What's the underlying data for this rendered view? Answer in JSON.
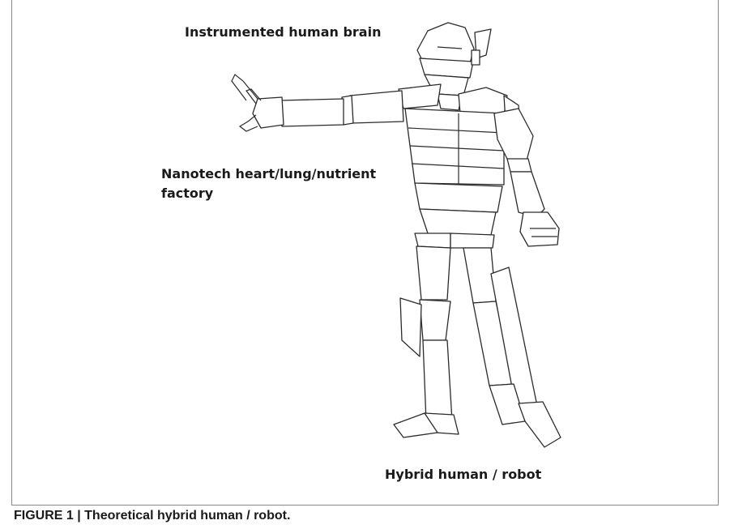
{
  "labels": {
    "brain": "Instrumented human brain",
    "heart_line1": "Nanotech heart/lung/nutrient",
    "heart_line2": "factory",
    "hybrid": "Hybrid human / robot"
  },
  "caption": {
    "prefix": "FIGURE 1 | ",
    "text": "Theoretical hybrid human / robot."
  }
}
